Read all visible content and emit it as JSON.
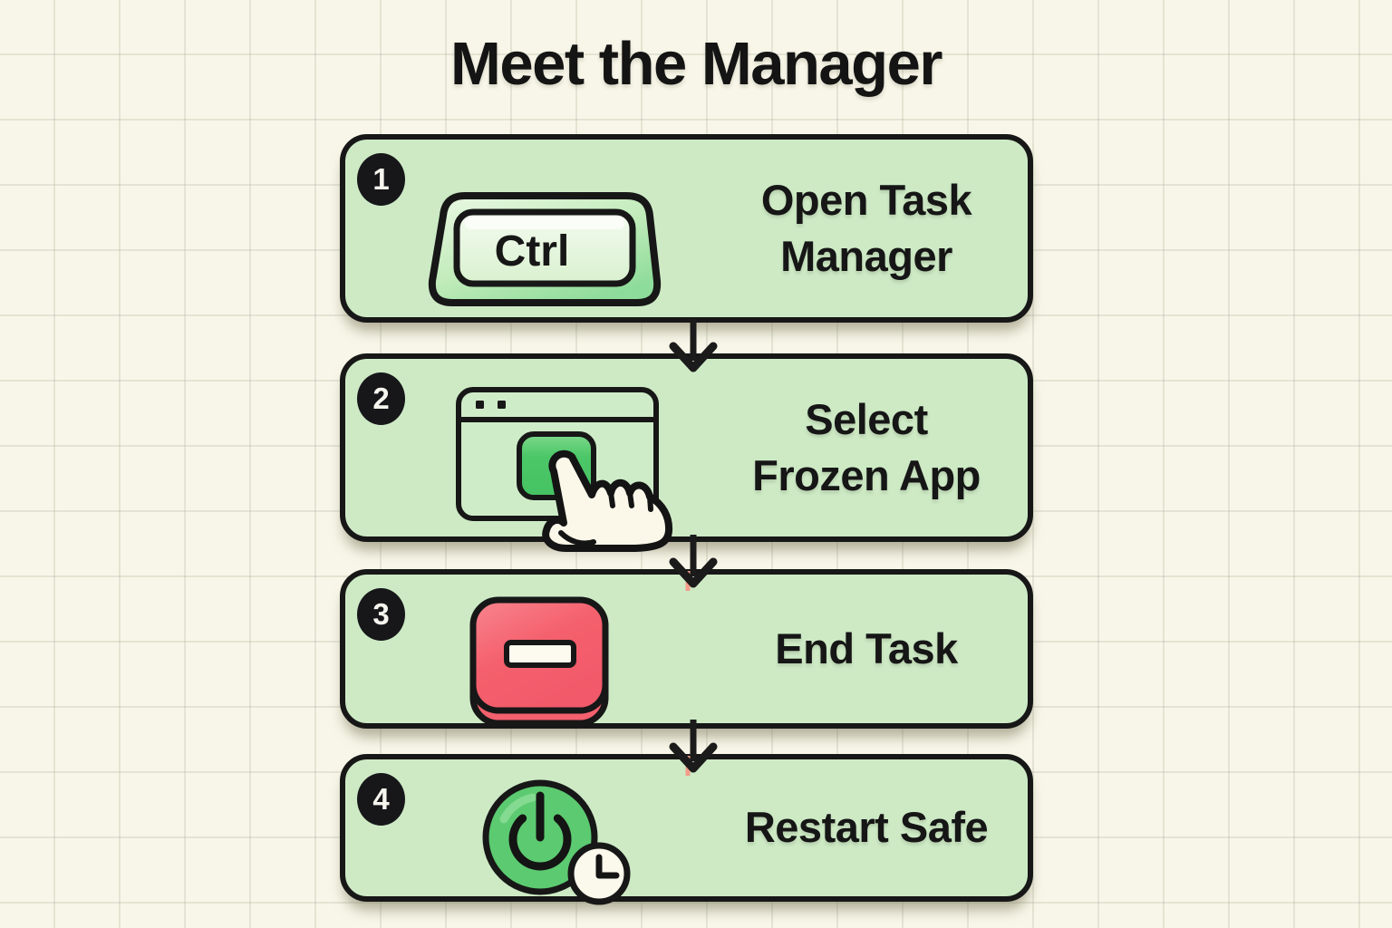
{
  "title": "Meet the Manager",
  "colors": {
    "background": "#f8f6e8",
    "grid_line": "#e4e4d6",
    "card_fill": "#cdeac5",
    "outline": "#171717",
    "badge_fill": "#17171a",
    "badge_text": "#f6f5ee",
    "key_fill_light": "#eaf8e3",
    "key_fill_green": "#8edc9b",
    "button_green": "#4cc768",
    "power_green": "#5cca70",
    "end_task_red": "#f4606d",
    "cream_fill": "#fbf8ec",
    "arrow_black": "#1b1b1b",
    "arrow_shadow_salmon": "#f29c8a"
  },
  "steps": [
    {
      "number": "1",
      "label": "Open Task\nManager",
      "icon": "ctrl-key-icon",
      "key_label": "Ctrl"
    },
    {
      "number": "2",
      "label": "Select\nFrozen App",
      "icon": "app-window-icon",
      "cursor_icon": "pointer-hand-icon"
    },
    {
      "number": "3",
      "label": "End Task",
      "icon": "end-task-button-icon"
    },
    {
      "number": "4",
      "label": "Restart Safe",
      "icon": "power-icon",
      "badge_icon": "clock-icon"
    }
  ],
  "flow": {
    "connector_icon": "arrow-down-icon",
    "direction": "top-to-bottom"
  }
}
